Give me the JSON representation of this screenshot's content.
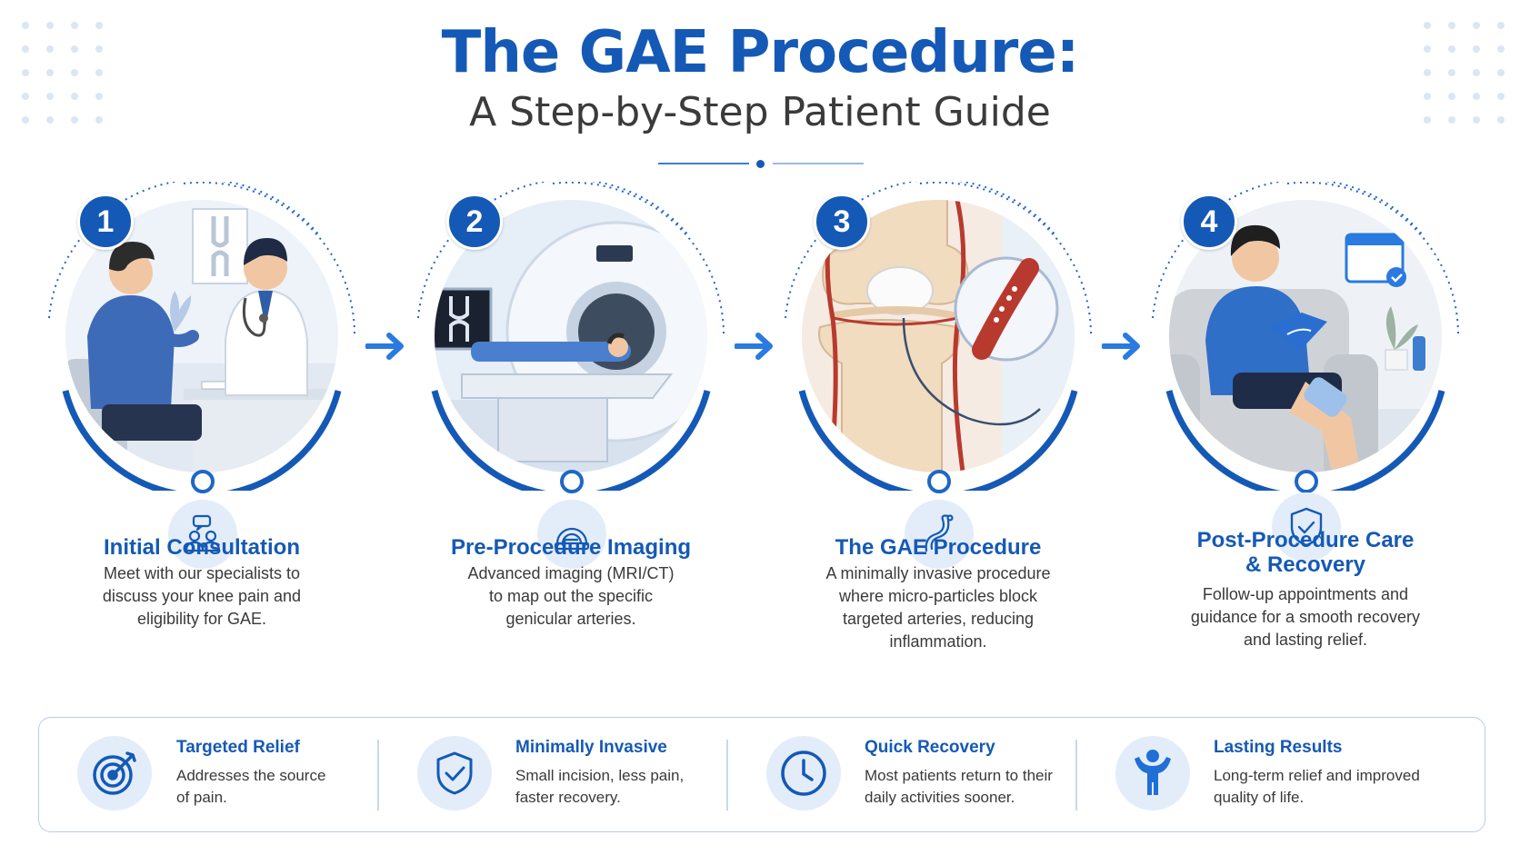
{
  "header": {
    "title": "The GAE Procedure:",
    "subtitle": "A Step-by-Step Patient Guide"
  },
  "colors": {
    "primary": "#1559b6",
    "accent": "#1f66c6",
    "light_bg": "#e3edf9",
    "artery": "#c0392b"
  },
  "steps": [
    {
      "number": "1",
      "title": "Initial Consultation",
      "description": [
        "Meet with our specialists to",
        "discuss your knee pain and",
        "eligibility for GAE."
      ],
      "icon": "people-chat-icon",
      "illustration": "doctor-consultation"
    },
    {
      "number": "2",
      "title": "Pre-Procedure Imaging",
      "description": [
        "Advanced imaging (MRI/CT)",
        "to map out the specific",
        "genicular arteries."
      ],
      "icon": "scanner-icon",
      "illustration": "mri-scanner"
    },
    {
      "number": "3",
      "title": "The GAE Procedure",
      "description": [
        "A minimally invasive procedure",
        "where micro-particles block",
        "targeted arteries, reducing",
        "inflammation."
      ],
      "icon": "catheter-icon",
      "illustration": "knee-arteries"
    },
    {
      "number": "4",
      "title_lines": [
        "Post-Procedure Care",
        "& Recovery"
      ],
      "description": [
        "Follow-up appointments and",
        "guidance for a smooth recovery",
        "and lasting relief."
      ],
      "icon": "shield-check-icon",
      "illustration": "patient-recovering"
    }
  ],
  "benefits": [
    {
      "title": "Targeted Relief",
      "description": [
        "Addresses the source",
        "of pain."
      ],
      "icon": "target-icon"
    },
    {
      "title": "Minimally Invasive",
      "description": [
        "Small incision, less pain,",
        "faster recovery."
      ],
      "icon": "shield-check-icon"
    },
    {
      "title": "Quick Recovery",
      "description": [
        "Most patients return to their",
        "daily activities sooner."
      ],
      "icon": "clock-icon"
    },
    {
      "title": "Lasting Results",
      "description": [
        "Long-term relief and improved",
        "quality of life."
      ],
      "icon": "person-raised-arms-icon"
    }
  ]
}
